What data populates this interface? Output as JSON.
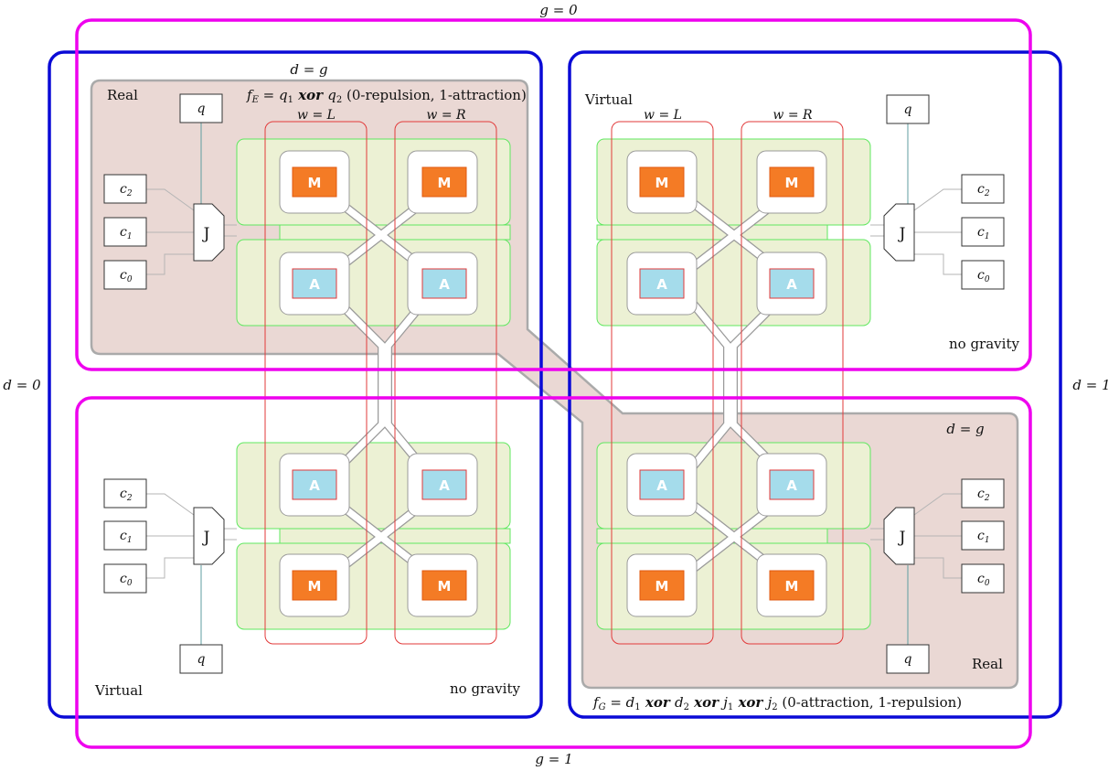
{
  "labels": {
    "g0": "g = 0",
    "g1": "g = 1",
    "d0": "d = 0",
    "d1": "d = 1",
    "dg_top": "d = g",
    "dg_bottom": "d = g",
    "real_top": "Real",
    "real_bottom": "Real",
    "virtual_tr": "Virtual",
    "virtual_bl": "Virtual",
    "no_gravity_tr": "no gravity",
    "no_gravity_bl": "no gravity",
    "wL_top": "w = L",
    "wR_top": "w = R",
    "wL_tr": "w = L",
    "wR_tr": "w = R",
    "fE": "f_E = q_1 xor q_2 (0-repulsion, 1-attraction)",
    "fG": "f_G = d_1 xor d_2 xor j_1 xor j_2 (0-attraction, 1-repulsion)"
  },
  "fe_parts": {
    "prefix": "f",
    "sub": "E",
    "eq": " = q",
    "s1": "1",
    "op": " xor ",
    "q2": "q",
    "s2": "2",
    "tail": " (0-repulsion, 1-attraction)"
  },
  "fg_parts": {
    "prefix": "f",
    "sub": "G",
    "eq": " = d",
    "s1": "1",
    "op1": " xor ",
    "d2": "d",
    "s2": "2",
    "op2": " xor ",
    "j1": "j",
    "s3": "1",
    "op3": " xor ",
    "j2": "j",
    "s4": "2",
    "tail": " (0-attraction, 1-repulsion)"
  },
  "node_text": {
    "q": "q",
    "J": "J",
    "c": "c",
    "c2_sub": "2",
    "c1_sub": "1",
    "c0_sub": "0",
    "M": "M",
    "A": "A"
  },
  "colors": {
    "magenta": "#ee00ee",
    "blue": "#0a0ad6",
    "real_fill": "#ead8d4",
    "real_stroke": "#aaaaaa",
    "green_fill": "#ecf1d4",
    "green_stroke": "#5fe85f",
    "red": "#e23a3a",
    "m_fill": "#f47b25",
    "a_fill": "#a5dceb",
    "q_line": "#5f9ea0"
  }
}
